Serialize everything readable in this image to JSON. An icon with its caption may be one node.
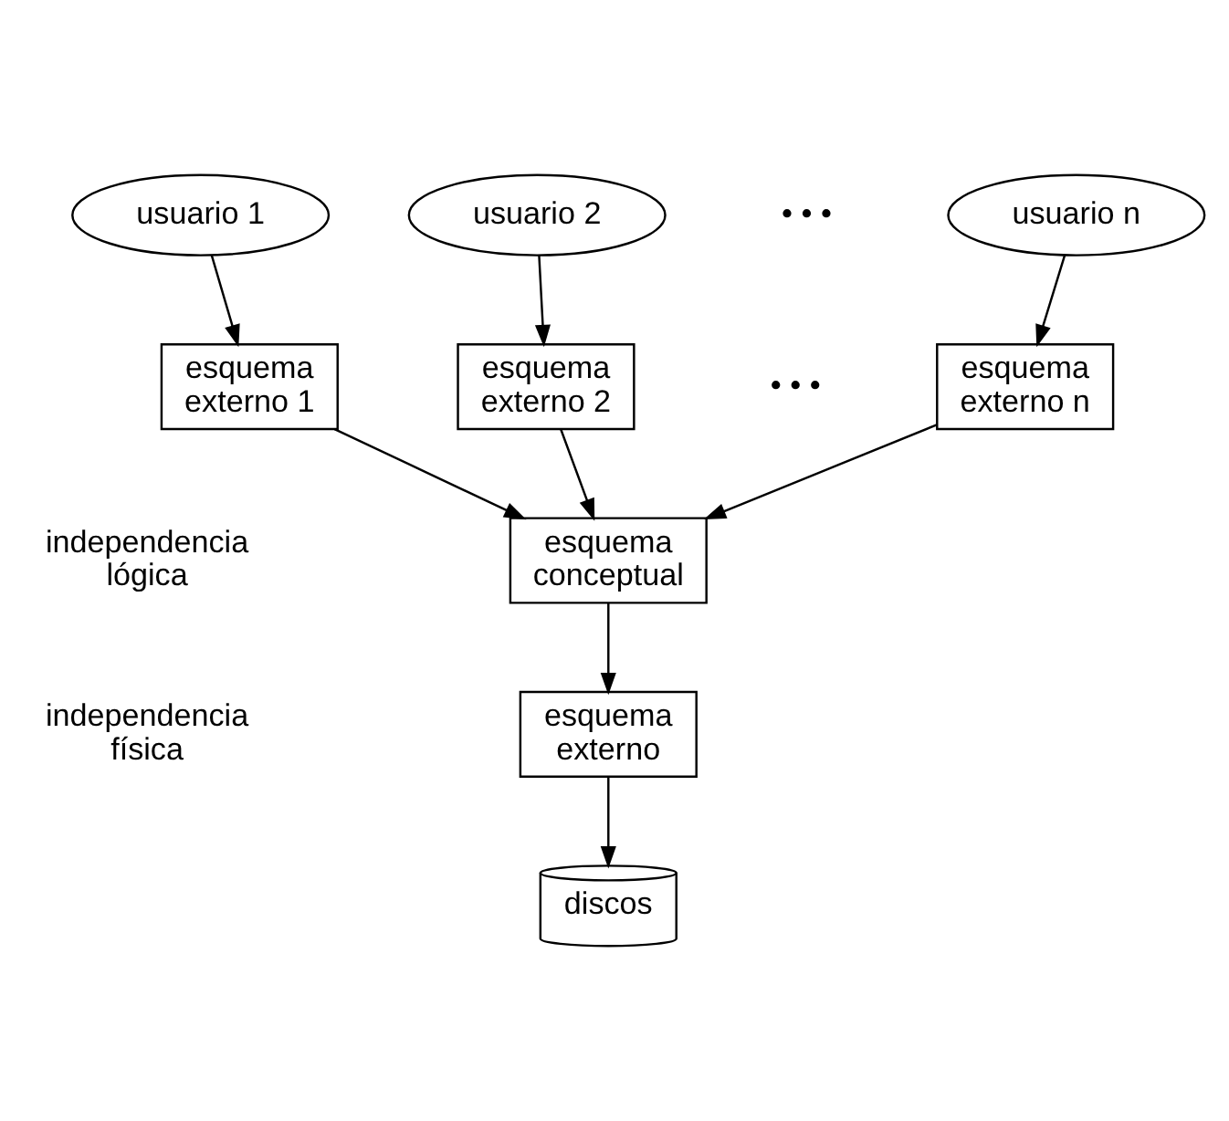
{
  "diagram": {
    "nodes": [
      {
        "text": [
          "usuario 1"
        ]
      },
      {
        "text": [
          "usuario 2"
        ]
      },
      {
        "text": [
          "usuario n"
        ]
      },
      {
        "text": [
          "esquema externo 1"
        ]
      },
      {
        "text": [
          "esquema externo 2"
        ]
      },
      {
        "text": [
          "esquema externo n"
        ]
      },
      {
        "text": [
          "esquema conceptual"
        ]
      },
      {
        "text": [
          "esquema externo"
        ]
      },
      {
        "text": [
          "discos"
        ]
      }
    ],
    "edges": [
      {
        "from": 0,
        "to": 3,
        "arrow": "to"
      },
      {
        "from": 1,
        "to": 4,
        "arrow": "to"
      },
      {
        "from": 2,
        "to": 5,
        "arrow": "to"
      },
      {
        "from": 3,
        "to": 6,
        "arrow": "to"
      },
      {
        "from": 4,
        "to": 6,
        "arrow": "to"
      },
      {
        "from": 5,
        "to": 6,
        "arrow": "to"
      },
      {
        "from": 6,
        "to": 7,
        "arrow": "to"
      },
      {
        "from": 7,
        "to": 8,
        "arrow": "to"
      }
    ],
    "labels": [
      "• • •",
      "• • •",
      "independencia lógica",
      "independencia física"
    ]
  }
}
